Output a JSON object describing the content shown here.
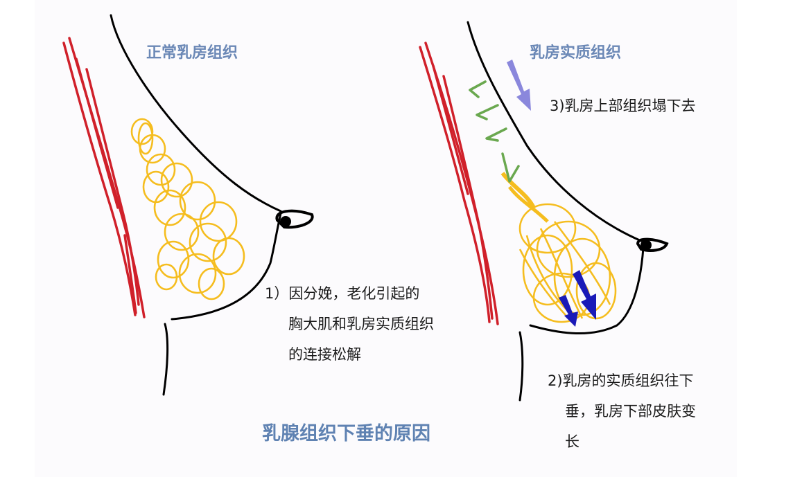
{
  "figure": {
    "main_title": "乳腺组织下垂的原因",
    "left_panel": {
      "title": "正常乳房组织",
      "note_lines": [
        "1）因分娩，老化引起的",
        "胸大肌和乳房实质组织",
        "的连接松解"
      ]
    },
    "right_panel": {
      "title": "乳房实质组织",
      "note_top": "3)乳房上部组织塌下去",
      "note_bottom_lines": [
        "2)乳房的实质组织往下",
        "垂，乳房下部皮肤变",
        "长"
      ]
    },
    "colors": {
      "title_blue": "#6b88b6",
      "muscle_red": "#d0202a",
      "gland_yellow": "#f5bd1f",
      "outline_black": "#000000",
      "arrow_lavender": "#8a87dc",
      "arrow_green": "#6aa84f",
      "arrow_navy": "#1a1ab8"
    },
    "icons": [
      "arrow-down-right-icon",
      "arrow-down-left-icon",
      "arrow-down-icon"
    ]
  }
}
